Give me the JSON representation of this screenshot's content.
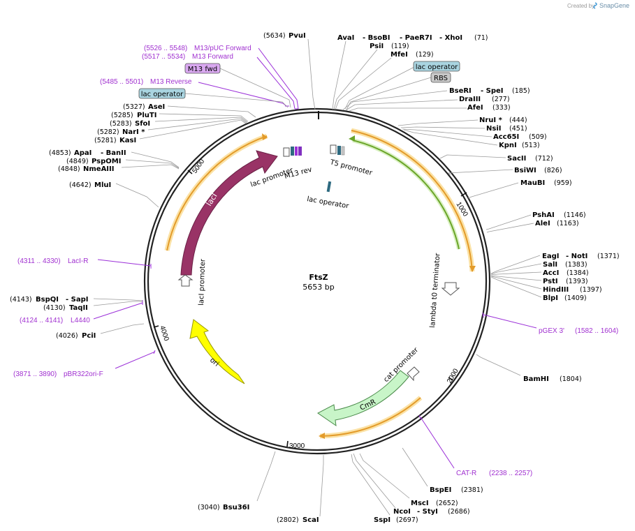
{
  "credit": {
    "created_by": "Created by",
    "brand": "SnapGene"
  },
  "plasmid": {
    "name": "FtsZ",
    "length": "5653 bp"
  },
  "ticks": [
    "1000",
    "2000",
    "3000",
    "4000",
    "5000"
  ],
  "enzymes": {
    "pvui": {
      "name": "PvuI",
      "pos": "(5634)"
    },
    "avai": {
      "name": "AvaI",
      "pos": ""
    },
    "bsobi": {
      "name": "- BsoBI",
      "pos": ""
    },
    "paer7i": {
      "name": "- PaeR7I",
      "pos": ""
    },
    "xhoi": {
      "name": "- XhoI",
      "pos": "(71)"
    },
    "psii": {
      "name": "PsiI",
      "pos": "(119)"
    },
    "mfei": {
      "name": "MfeI",
      "pos": "(129)"
    },
    "bseri": {
      "name": "BseRI",
      "pos": ""
    },
    "spei": {
      "name": "- SpeI",
      "pos": "(185)"
    },
    "draiii": {
      "name": "DraIII",
      "pos": "(277)"
    },
    "afei": {
      "name": "AfeI",
      "pos": "(333)"
    },
    "nrui": {
      "name": "NruI *",
      "pos": "(444)"
    },
    "nsii": {
      "name": "NsiI",
      "pos": "(451)"
    },
    "acc65i": {
      "name": "Acc65I",
      "pos": "(509)"
    },
    "kpni": {
      "name": "KpnI",
      "pos": "(513)"
    },
    "sacii": {
      "name": "SacII",
      "pos": "(712)"
    },
    "bsiwi": {
      "name": "BsiWI",
      "pos": "(826)"
    },
    "maubi": {
      "name": "MauBI",
      "pos": "(959)"
    },
    "pshai": {
      "name": "PshAI",
      "pos": "(1146)"
    },
    "alei": {
      "name": "AleI",
      "pos": "(1163)"
    },
    "eagi": {
      "name": "EagI",
      "pos": ""
    },
    "noti": {
      "name": "- NotI",
      "pos": "(1371)"
    },
    "sali": {
      "name": "SalI",
      "pos": "(1383)"
    },
    "acci": {
      "name": "AccI",
      "pos": "(1384)"
    },
    "psti": {
      "name": "PstI",
      "pos": "(1393)"
    },
    "hindiii": {
      "name": "HindIII",
      "pos": "(1397)"
    },
    "blpi": {
      "name": "BlpI",
      "pos": "(1409)"
    },
    "bamhi": {
      "name": "BamHI",
      "pos": "(1804)"
    },
    "bspei": {
      "name": "BspEI",
      "pos": "(2381)"
    },
    "msci": {
      "name": "MscI",
      "pos": "(2652)"
    },
    "ncoi": {
      "name": "NcoI",
      "pos": ""
    },
    "styi": {
      "name": "- StyI",
      "pos": "(2686)"
    },
    "sspi": {
      "name": "SspI",
      "pos": "(2697)"
    },
    "scai": {
      "name": "ScaI",
      "pos": "(2802)"
    },
    "bsu36i": {
      "name": "Bsu36I",
      "pos": "(3040)"
    },
    "pcii": {
      "name": "PciI",
      "pos": "(4026)"
    },
    "taqii": {
      "name": "TaqII",
      "pos": "(4130)"
    },
    "bspqi": {
      "name": "BspQI",
      "pos": "(4143)"
    },
    "sapi": {
      "name": "- SapI",
      "pos": ""
    },
    "mlui": {
      "name": "MluI",
      "pos": "(4642)"
    },
    "nmeaiii": {
      "name": "NmeAIII",
      "pos": "(4848)"
    },
    "pspomi": {
      "name": "PspOMI",
      "pos": "(4849)"
    },
    "apai": {
      "name": "ApaI",
      "pos": "(4853)"
    },
    "banii": {
      "name": "- BanII",
      "pos": ""
    },
    "kasi": {
      "name": "KasI",
      "pos": "(5281)"
    },
    "nari": {
      "name": "NarI *",
      "pos": "(5282)"
    },
    "sfoi": {
      "name": "SfoI",
      "pos": "(5283)"
    },
    "pluti": {
      "name": "PluTI",
      "pos": "(5285)"
    },
    "asei": {
      "name": "AseI",
      "pos": "(5327)"
    }
  },
  "primers": {
    "m13puc": {
      "name": "M13/pUC Forward",
      "range": "(5526 .. 5548)"
    },
    "m13fwd": {
      "name": "M13 Forward",
      "range": "(5517 .. 5534)"
    },
    "m13rev": {
      "name": "M13 Reverse",
      "range": "(5485 .. 5501)"
    },
    "laci_r": {
      "name": "LacI-R",
      "range": "(4311 .. 4330)"
    },
    "l4440": {
      "name": "L4440",
      "range": "(4124 .. 4141)"
    },
    "pbr322": {
      "name": "pBR322ori-F",
      "range": "(3871 .. 3890)"
    },
    "pgex3": {
      "name": "pGEX 3'",
      "range": "(1582 .. 1604)"
    },
    "cat_r": {
      "name": "CAT-R",
      "range": "(2238 .. 2257)"
    }
  },
  "boxed_features": {
    "m13_fwd": "M13 fwd",
    "lac_operator_left": "lac operator",
    "lac_operator_right": "lac operator",
    "rbs": "RBS"
  },
  "features": {
    "laci": "lacI",
    "laci_promoter": "lacI promoter",
    "lac_promoter": "lac promoter",
    "m13_rev": "M13 rev",
    "t5_promoter": "T5 promoter",
    "lac_operator_inner": "lac operator",
    "lambda_t0": "lambda t0 terminator",
    "cat_promoter": "cat promoter",
    "cmr": "CmR",
    "ori": "ori"
  },
  "colors": {
    "laci": "#993366",
    "ori": "#ffff00",
    "cmr": "#c8f5c8",
    "orf_orange": "#e39b2a",
    "orf_glow": "#fbe2a6",
    "orf_green": "#6aa428",
    "primer": "#a030d0",
    "operator_box": "#a9d4e0",
    "m13fwd_box": "#d9a8f0",
    "rbs_box": "#c8c8c8"
  }
}
